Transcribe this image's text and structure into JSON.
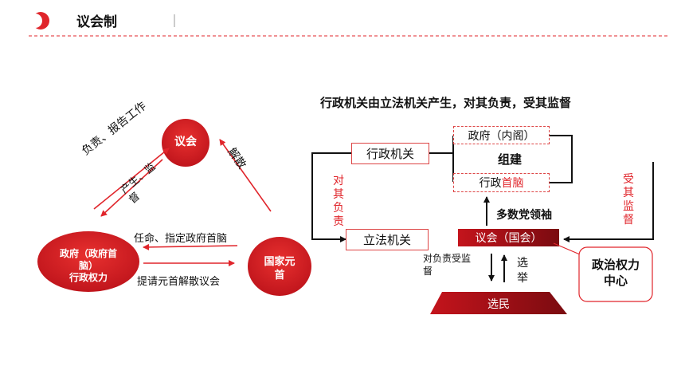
{
  "header": {
    "title": "议会制",
    "separator": "|"
  },
  "colors": {
    "accent": "#e0252b",
    "dark_red": "#b3121b",
    "line": "#111111"
  },
  "left": {
    "parliament": "议会",
    "government": [
      "政府（政府首",
      "脑）",
      "行政权力"
    ],
    "head_of_state": [
      "国家元",
      "首"
    ],
    "gov_to_parl_label": "负责、报告工作",
    "parl_to_gov_label": [
      "产生、监",
      "督"
    ],
    "dissolve_label": "解散",
    "appoint_label": "任命、指定政府首脑",
    "request_label": "提请元首解散议会"
  },
  "right": {
    "title": "行政机关由立法机关产生，对其负责，受其监督",
    "executive": "行政机关",
    "legislative": "立法机关",
    "cabinet": "政府（内阁）",
    "organize": "组建",
    "exec_head_pre": "行政",
    "exec_head_red": "首脑",
    "majority_leader": "多数党领袖",
    "parliament": "议会（国会）",
    "accountable_vertical": [
      "对",
      "其",
      "负",
      "责"
    ],
    "supervised_vertical": [
      "受",
      "其",
      "监",
      "督"
    ],
    "voter_accountable": [
      "对负责受监",
      "督"
    ],
    "election": [
      "选",
      "举"
    ],
    "voters": "选民",
    "power_center": [
      "政治权力",
      "中心"
    ]
  }
}
